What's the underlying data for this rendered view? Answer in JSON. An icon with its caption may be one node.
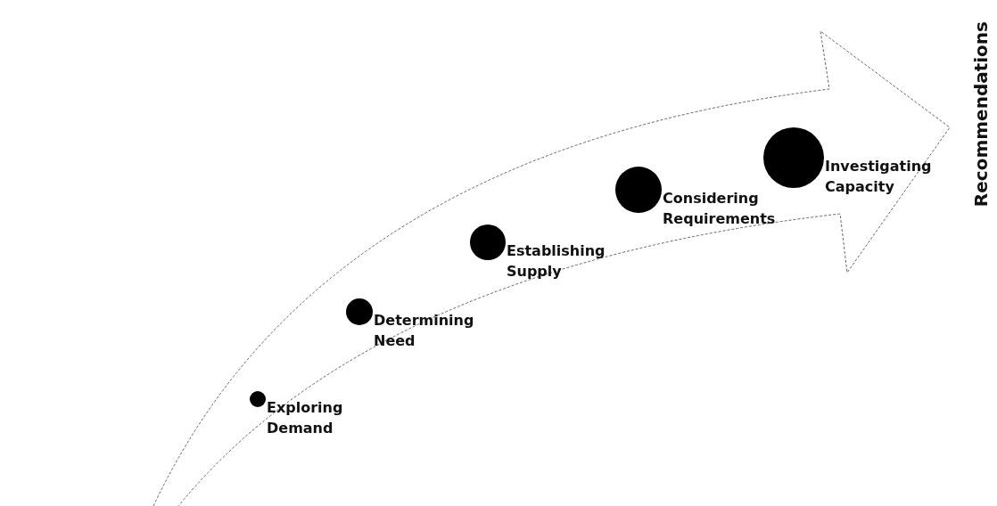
{
  "diagram": {
    "nodes": [
      {
        "text": [],
        "shape": "circle",
        "beside": [
          "Exploring Demand"
        ]
      },
      {
        "text": [],
        "shape": "circle",
        "beside": [
          "Determining Need"
        ]
      },
      {
        "text": [],
        "shape": "circle",
        "beside": [
          "Establishing Supply"
        ]
      },
      {
        "text": [],
        "shape": "circle",
        "beside": [
          "Considering Requirements"
        ]
      },
      {
        "text": [],
        "shape": "circle",
        "beside": [
          "Investigating Capacity"
        ]
      }
    ],
    "labels": [
      "Recommendations"
    ]
  }
}
